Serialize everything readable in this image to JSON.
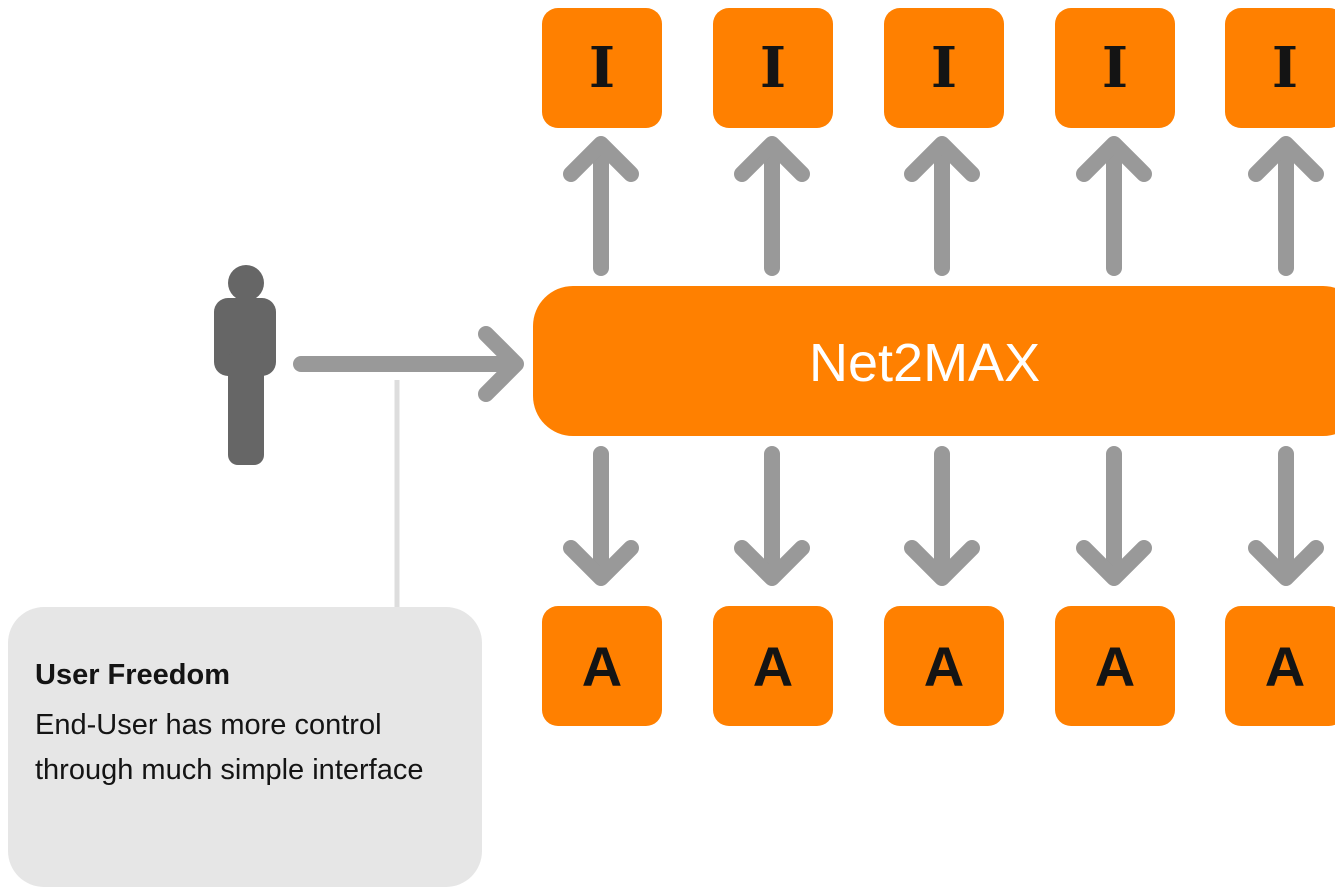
{
  "colors": {
    "accent": "#ff8000",
    "arrow": "#999999",
    "person": "#666666",
    "callout_bg": "#e6e6e6",
    "callout_line": "#dddddd"
  },
  "hub": {
    "label": "Net2MAX"
  },
  "top_boxes": [
    "I",
    "I",
    "I",
    "I",
    "I"
  ],
  "bottom_boxes": [
    "A",
    "A",
    "A",
    "A",
    "A"
  ],
  "callout": {
    "title": "User Freedom",
    "text": "End-User has more control through much simple interface"
  },
  "icons": {
    "user": "person-icon"
  }
}
